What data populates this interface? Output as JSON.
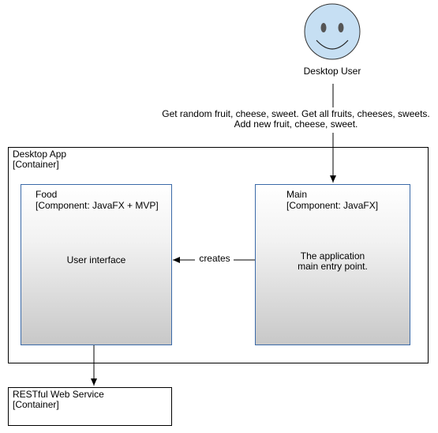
{
  "actor": {
    "label": "Desktop User"
  },
  "relation_user_to_main": {
    "line1": "Get random fruit, cheese, sweet. Get all fruits, cheeses, sweets.",
    "line2": "Add new fruit, cheese, sweet."
  },
  "desktop_app": {
    "title": "Desktop App",
    "type": "[Container]"
  },
  "food": {
    "title": "Food",
    "type": "[Component: JavaFX + MVP]",
    "description": "User interface"
  },
  "main": {
    "title": "Main",
    "type": "[Component: JavaFX]",
    "description_line1": "The application",
    "description_line2": "main entry point."
  },
  "relation_main_to_food": {
    "label": "creates"
  },
  "rest_service": {
    "title": "RESTful Web Service",
    "type": "[Container]"
  },
  "colors": {
    "actor_fill": "#c6dff3",
    "component_border": "#3b6aa8",
    "line": "#000000"
  },
  "icons": {
    "actor": "smiley-face-icon",
    "arrowheads": "arrowhead-icon"
  }
}
